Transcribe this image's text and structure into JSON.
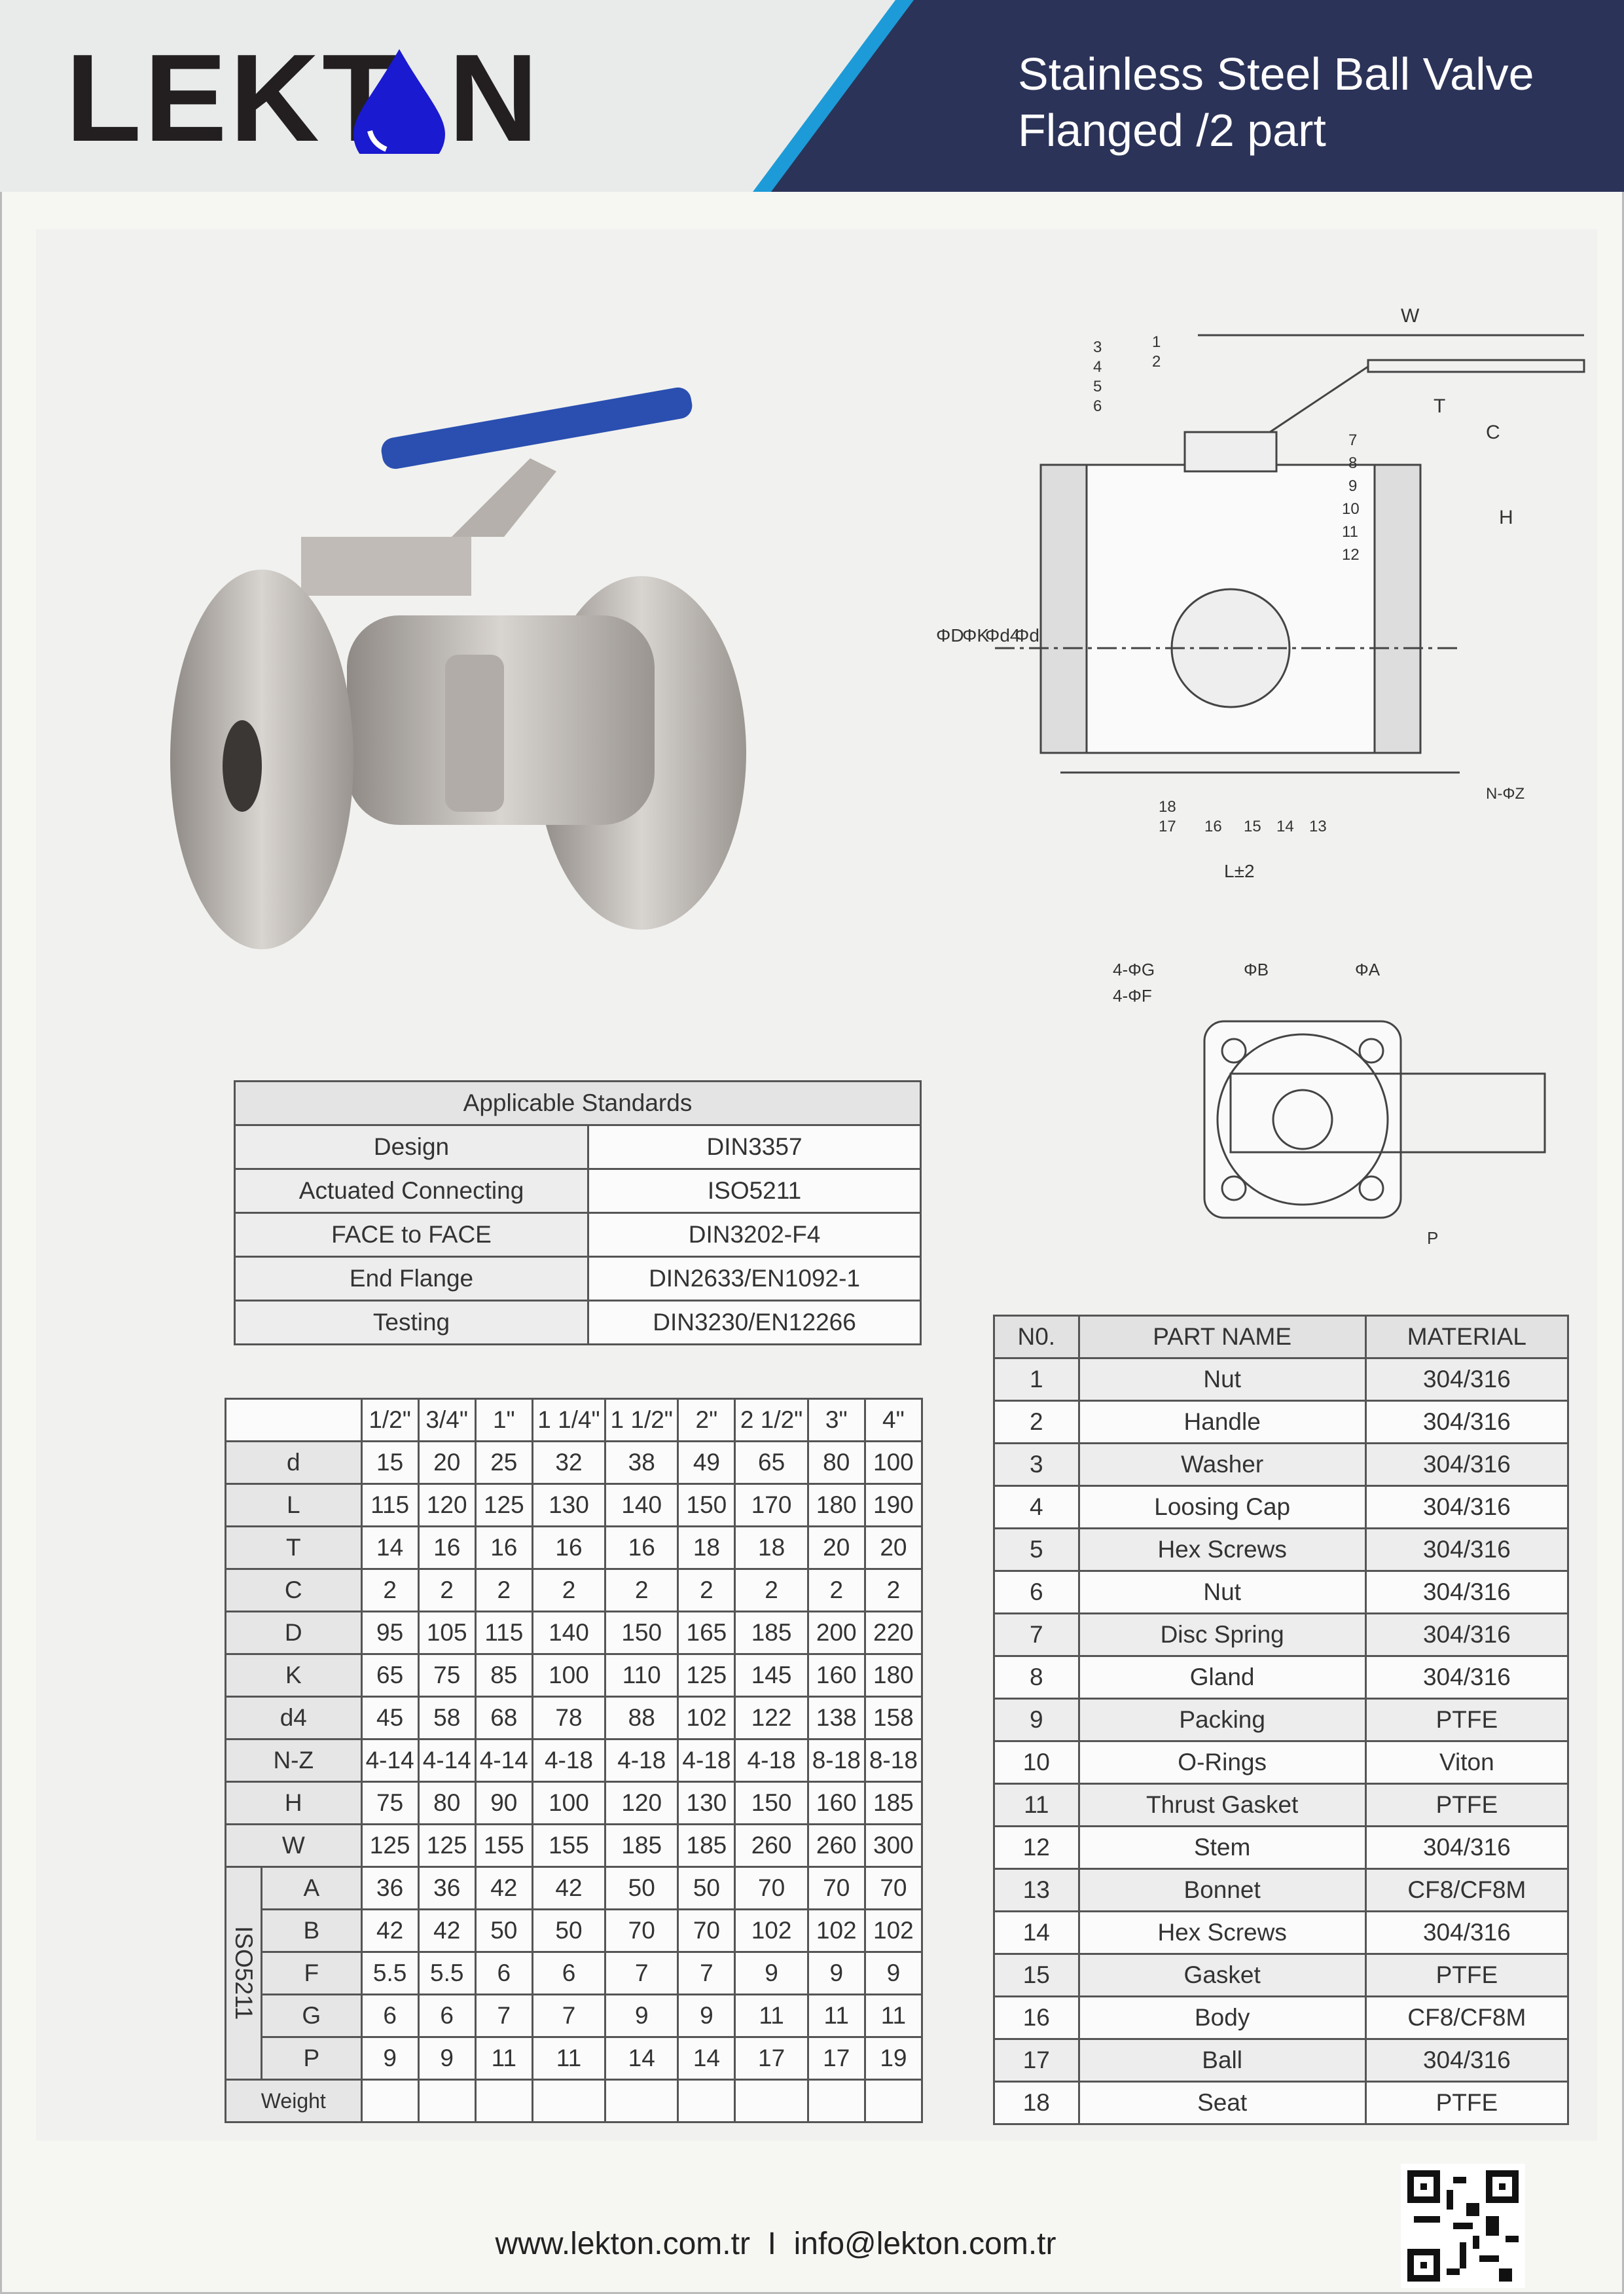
{
  "header": {
    "logo": "LEKTON",
    "title_line1": "Stainless Steel Ball Valve",
    "title_line2": "Flanged /2 part",
    "colors": {
      "navy": "#2c3358",
      "stripe": "#1d9bd8",
      "drop": "#1a1ad0"
    }
  },
  "drawing": {
    "top_labels": [
      "W",
      "T",
      "C",
      "H",
      "ΦD",
      "ΦK",
      "Φd4",
      "Φd",
      "L±2",
      "N-ΦZ"
    ],
    "parts_numbers": [
      "1",
      "2",
      "3",
      "4",
      "5",
      "6",
      "7",
      "8",
      "9",
      "10",
      "11",
      "12",
      "13",
      "14",
      "15",
      "16",
      "17",
      "18"
    ],
    "iso_labels": [
      "4-ΦG",
      "4-ΦF",
      "ΦB",
      "ΦA",
      "P"
    ]
  },
  "standards": {
    "title": "Applicable Standards",
    "rows": [
      [
        "Design",
        "DIN3357"
      ],
      [
        "Actuated Connecting",
        "ISO5211"
      ],
      [
        "FACE to FACE",
        "DIN3202-F4"
      ],
      [
        "End Flange",
        "DIN2633/EN1092-1"
      ],
      [
        "Testing",
        "DIN3230/EN12266"
      ]
    ]
  },
  "dimensions": {
    "sizes": [
      "1/2\"",
      "3/4\"",
      "1\"",
      "1 1/4\"",
      "1 1/2\"",
      "2\"",
      "2 1/2\"",
      "3\"",
      "4\""
    ],
    "rows": [
      [
        "d",
        [
          "15",
          "20",
          "25",
          "32",
          "38",
          "49",
          "65",
          "80",
          "100"
        ]
      ],
      [
        "L",
        [
          "115",
          "120",
          "125",
          "130",
          "140",
          "150",
          "170",
          "180",
          "190"
        ]
      ],
      [
        "T",
        [
          "14",
          "16",
          "16",
          "16",
          "16",
          "18",
          "18",
          "20",
          "20"
        ]
      ],
      [
        "C",
        [
          "2",
          "2",
          "2",
          "2",
          "2",
          "2",
          "2",
          "2",
          "2"
        ]
      ],
      [
        "D",
        [
          "95",
          "105",
          "115",
          "140",
          "150",
          "165",
          "185",
          "200",
          "220"
        ]
      ],
      [
        "K",
        [
          "65",
          "75",
          "85",
          "100",
          "110",
          "125",
          "145",
          "160",
          "180"
        ]
      ],
      [
        "d4",
        [
          "45",
          "58",
          "68",
          "78",
          "88",
          "102",
          "122",
          "138",
          "158"
        ]
      ],
      [
        "N-Z",
        [
          "4-14",
          "4-14",
          "4-14",
          "4-18",
          "4-18",
          "4-18",
          "4-18",
          "8-18",
          "8-18"
        ]
      ],
      [
        "H",
        [
          "75",
          "80",
          "90",
          "100",
          "120",
          "130",
          "150",
          "160",
          "185"
        ]
      ],
      [
        "W",
        [
          "125",
          "125",
          "155",
          "155",
          "185",
          "185",
          "260",
          "260",
          "300"
        ]
      ]
    ],
    "iso_label": "ISO5211",
    "iso_rows": [
      [
        "A",
        [
          "36",
          "36",
          "42",
          "42",
          "50",
          "50",
          "70",
          "70",
          "70"
        ]
      ],
      [
        "B",
        [
          "42",
          "42",
          "50",
          "50",
          "70",
          "70",
          "102",
          "102",
          "102"
        ]
      ],
      [
        "F",
        [
          "5.5",
          "5.5",
          "6",
          "6",
          "7",
          "7",
          "9",
          "9",
          "9"
        ]
      ],
      [
        "G",
        [
          "6",
          "6",
          "7",
          "7",
          "9",
          "9",
          "11",
          "11",
          "11"
        ]
      ],
      [
        "P",
        [
          "9",
          "9",
          "11",
          "11",
          "14",
          "14",
          "17",
          "17",
          "19"
        ]
      ]
    ],
    "weight_label": "Weight"
  },
  "parts": {
    "headers": [
      "N0.",
      "PART NAME",
      "MATERIAL"
    ],
    "rows": [
      [
        "1",
        "Nut",
        "304/316"
      ],
      [
        "2",
        "Handle",
        "304/316"
      ],
      [
        "3",
        "Washer",
        "304/316"
      ],
      [
        "4",
        "Loosing Cap",
        "304/316"
      ],
      [
        "5",
        "Hex Screws",
        "304/316"
      ],
      [
        "6",
        "Nut",
        "304/316"
      ],
      [
        "7",
        "Disc Spring",
        "304/316"
      ],
      [
        "8",
        "Gland",
        "304/316"
      ],
      [
        "9",
        "Packing",
        "PTFE"
      ],
      [
        "10",
        "O-Rings",
        "Viton"
      ],
      [
        "11",
        "Thrust Gasket",
        "PTFE"
      ],
      [
        "12",
        "Stem",
        "304/316"
      ],
      [
        "13",
        "Bonnet",
        "CF8/CF8M"
      ],
      [
        "14",
        "Hex Screws",
        "304/316"
      ],
      [
        "15",
        "Gasket",
        "PTFE"
      ],
      [
        "16",
        "Body",
        "CF8/CF8M"
      ],
      [
        "17",
        "Ball",
        "304/316"
      ],
      [
        "18",
        "Seat",
        "PTFE"
      ]
    ]
  },
  "footer": {
    "text": "www.lekton.com.tr  I  info@lekton.com.tr"
  }
}
